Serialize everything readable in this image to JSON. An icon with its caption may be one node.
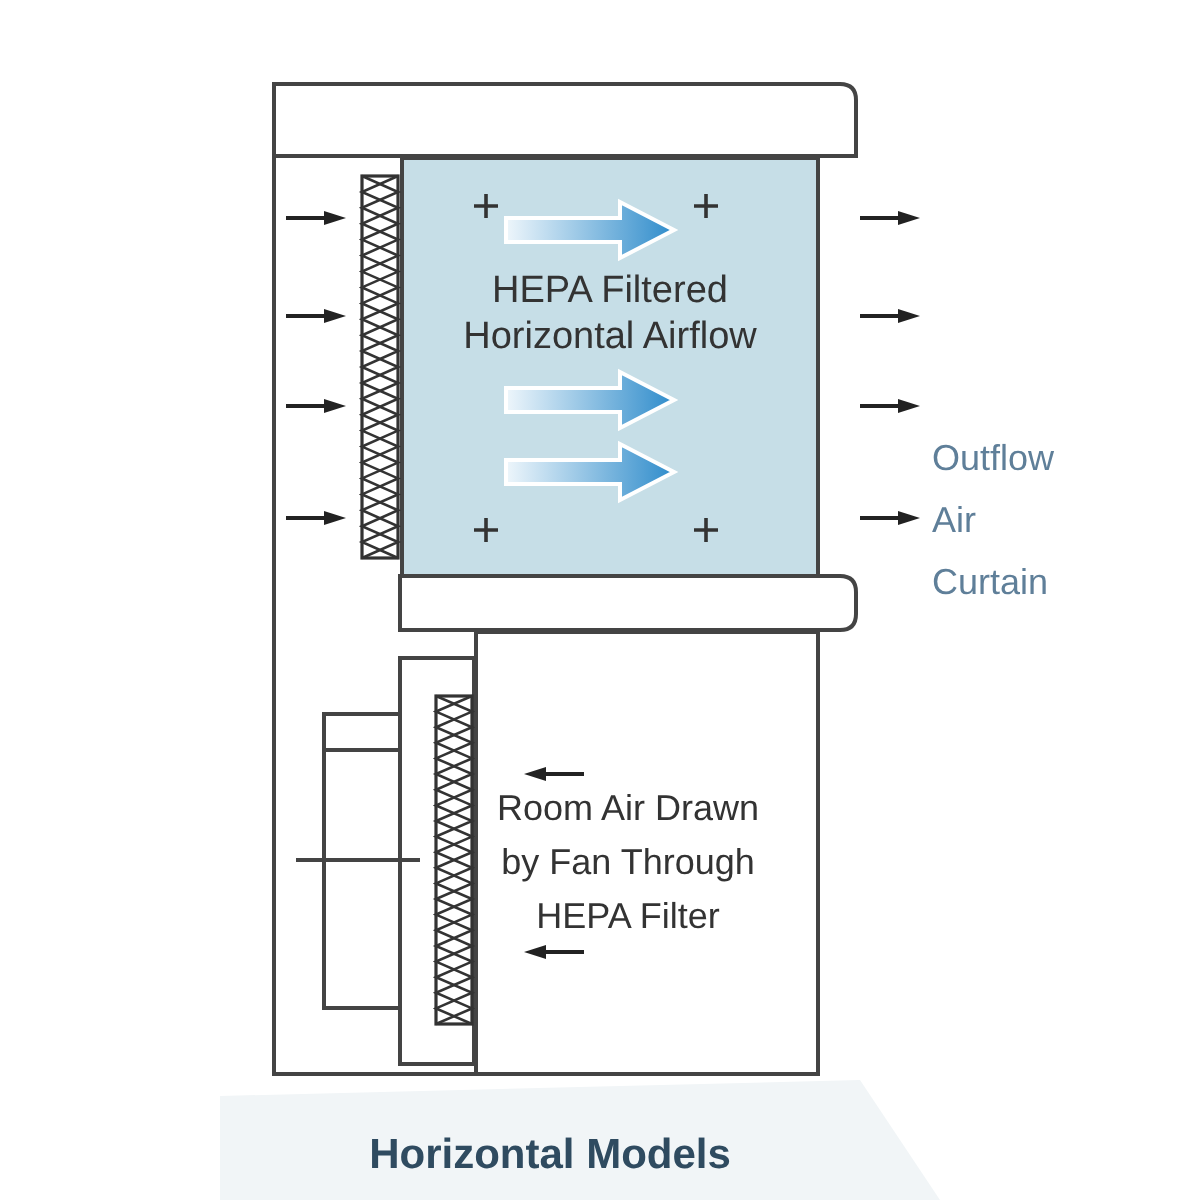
{
  "diagram": {
    "caption": "Horizontal Models",
    "nodes": [
      {
        "text": [
          "HEPA Filtered Horizontal Airflow"
        ]
      },
      {
        "text": [
          "Room Air Drawn by Fan Through HEPA Filter"
        ]
      }
    ],
    "labels": [
      "Outflow Air Curtain"
    ]
  }
}
